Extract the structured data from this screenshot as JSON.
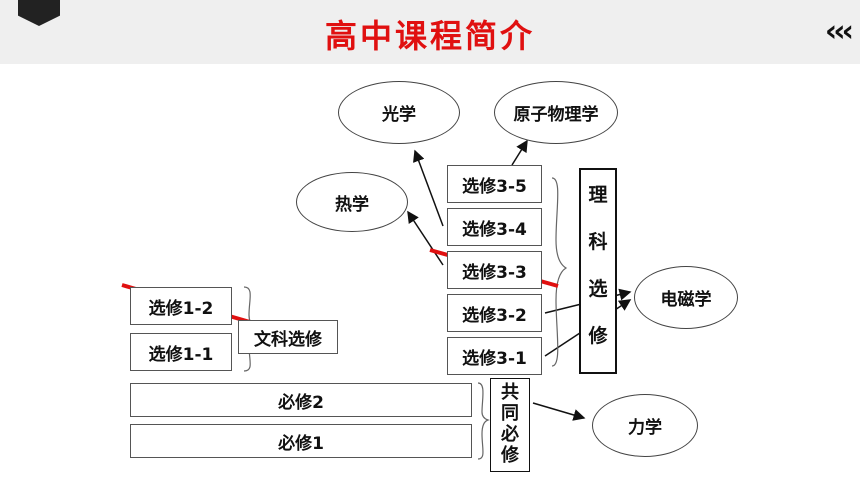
{
  "header": {
    "title": "高中课程简介",
    "chevrons": "‹‹‹"
  },
  "ovals": {
    "optics": "光学",
    "atomic": "原子物理学",
    "thermo": "热学",
    "em": "电磁学",
    "mechanics": "力学"
  },
  "science_electives": [
    "选修3-5",
    "选修3-4",
    "选修3-3",
    "选修3-2",
    "选修3-1"
  ],
  "science_label": [
    "理",
    "科",
    "选",
    "修"
  ],
  "arts_electives": [
    "选修1-2",
    "选修1-1"
  ],
  "arts_label": "文科选修",
  "required": [
    "必修2",
    "必修1"
  ],
  "common_label": [
    "共",
    "同",
    "必",
    "修"
  ],
  "colors": {
    "title": "#e01010",
    "strike": "#e01010"
  }
}
